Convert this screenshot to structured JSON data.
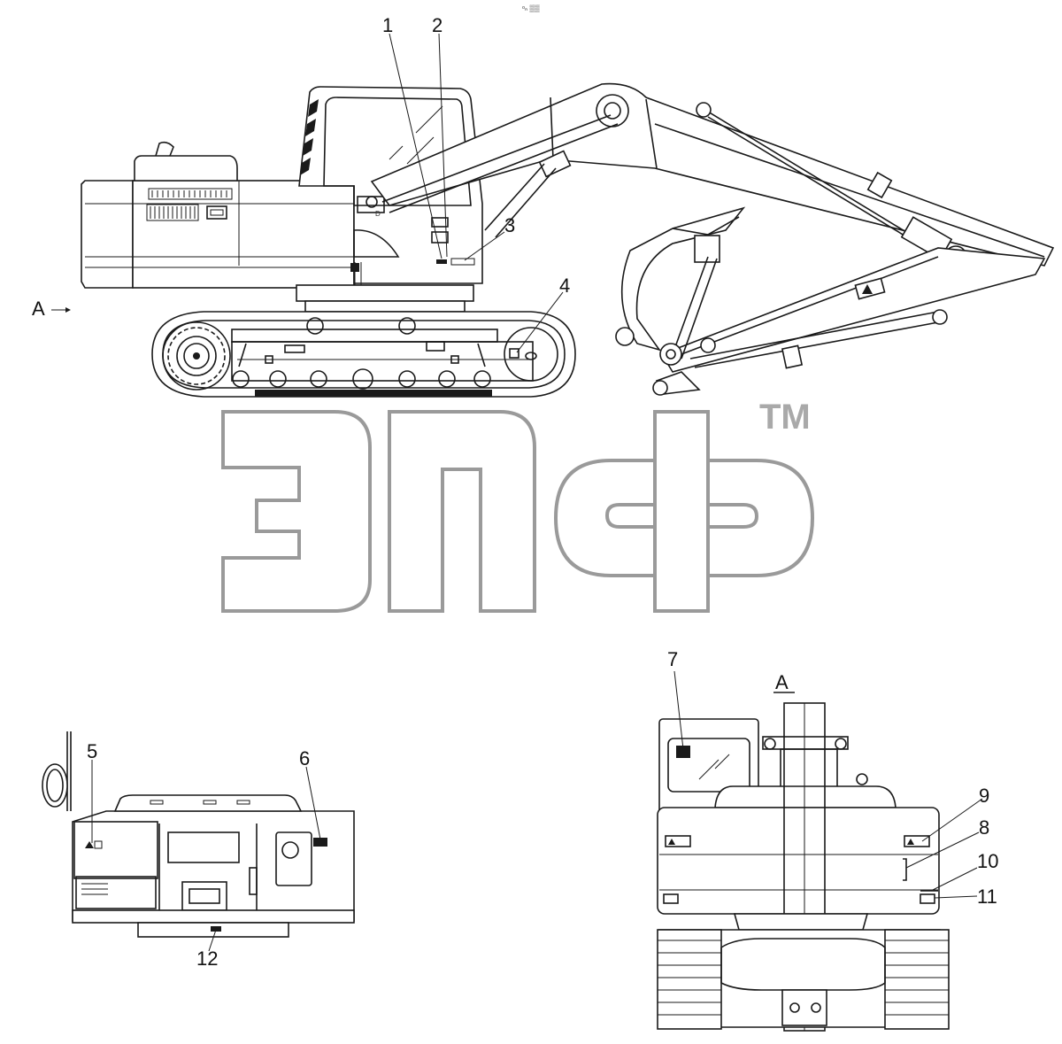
{
  "header_mark": "ᵒₙ ▒▒",
  "view": {
    "arrow_label": "A",
    "section_label": "A"
  },
  "callouts": [
    "1",
    "2",
    "3",
    "4",
    "5",
    "6",
    "7",
    "8",
    "9",
    "10",
    "11",
    "12"
  ],
  "watermark": {
    "trademark": "TM"
  },
  "icons": [
    "warning-decal-icon",
    "lock-icon",
    "gear-sprocket-icon"
  ],
  "colors": {
    "line": "#1a1a1a",
    "watermark": "#9a9a9a",
    "background": "#ffffff"
  }
}
